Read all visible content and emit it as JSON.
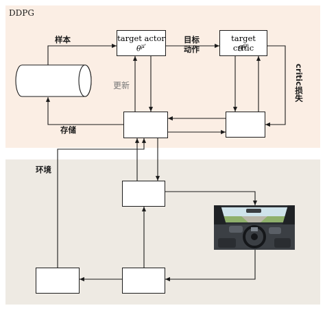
{
  "panels": {
    "ddpg_title": "DDPG",
    "env_title": "环境"
  },
  "nodes": {
    "target_actor": {
      "title": "target actor",
      "symbol": "θ^{μ'}"
    },
    "target_critic": {
      "title": "target critic",
      "symbol": "θ^{Q'}"
    }
  },
  "labels": {
    "sample": "样本",
    "target_action": [
      "目标",
      "动作"
    ],
    "update": "更新",
    "critic_loss": "critic损失",
    "store": "存储"
  },
  "colors": {
    "ddpg_panel": "#fbeee4",
    "env_panel": "#eeeae3",
    "line": "#1a1a1a",
    "update_text": "#777777"
  }
}
